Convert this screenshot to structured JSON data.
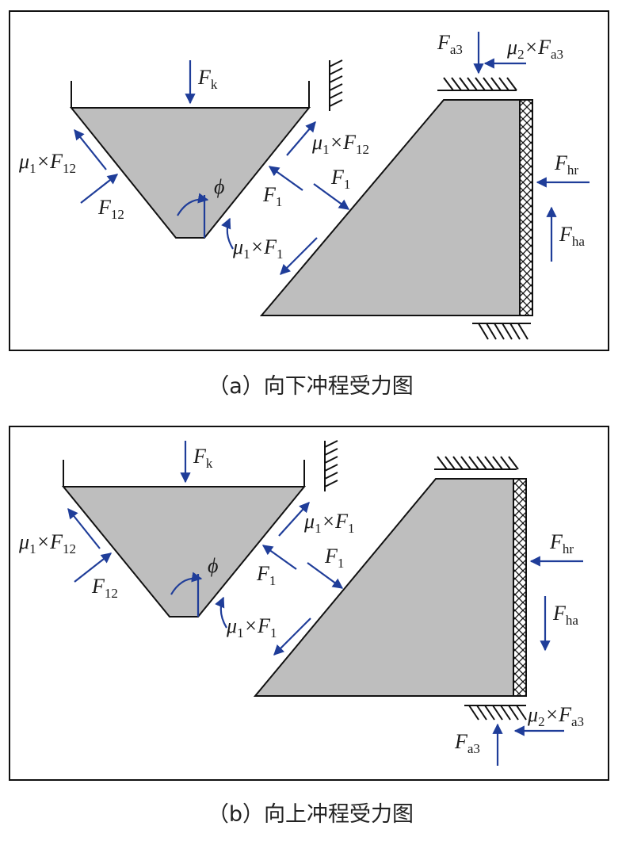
{
  "colors": {
    "arrow": "#1f3d99",
    "body_fill": "#bebebe",
    "frame": "#111111"
  },
  "panel_a": {
    "caption": "（a）向下冲程受力图",
    "labels": {
      "fk_main": "F",
      "fk_sub": "k",
      "fa3_main": "F",
      "fa3_sub": "a3",
      "mu2fa3_mu": "μ",
      "mu2fa3_musub": "2",
      "mu2fa3_times": "×F",
      "mu2fa3_sub": "a3",
      "mu1f12_left_mu": "μ",
      "mu1f12_left_musub": "1",
      "mu1f12_left_times": "×F",
      "mu1f12_left_sub": "12",
      "f12_main": "F",
      "f12_sub": "12",
      "mu1f12_right_mu": "μ",
      "mu1f12_right_musub": "1",
      "mu1f12_right_times": "×F",
      "mu1f12_right_sub": "12",
      "phi": "ϕ",
      "f1_left_main": "F",
      "f1_left_sub": "1",
      "f1_right_main": "F",
      "f1_right_sub": "1",
      "mu1f1_mu": "μ",
      "mu1f1_musub": "1",
      "mu1f1_times": "×F",
      "mu1f1_sub": "1",
      "fhr_main": "F",
      "fhr_sub": "hr",
      "fha_main": "F",
      "fha_sub": "ha"
    }
  },
  "panel_b": {
    "caption": "（b）向上冲程受力图",
    "labels": {
      "fk_main": "F",
      "fk_sub": "k",
      "mu1f12_mu": "μ",
      "mu1f12_musub": "1",
      "mu1f12_times": "×F",
      "mu1f12_sub": "12",
      "f12_main": "F",
      "f12_sub": "12",
      "mu1f1_upper_mu": "μ",
      "mu1f1_upper_musub": "1",
      "mu1f1_upper_times": "×F",
      "mu1f1_upper_sub": "1",
      "phi": "ϕ",
      "f1_left_main": "F",
      "f1_left_sub": "1",
      "f1_right_main": "F",
      "f1_right_sub": "1",
      "mu1f1_lower_mu": "μ",
      "mu1f1_lower_musub": "1",
      "mu1f1_lower_times": "×F",
      "mu1f1_lower_sub": "1",
      "fhr_main": "F",
      "fhr_sub": "hr",
      "fha_main": "F",
      "fha_sub": "ha",
      "mu2fa3_mu": "μ",
      "mu2fa3_musub": "2",
      "mu2fa3_times": "×F",
      "mu2fa3_sub": "a3",
      "fa3_main": "F",
      "fa3_sub": "a3"
    }
  }
}
